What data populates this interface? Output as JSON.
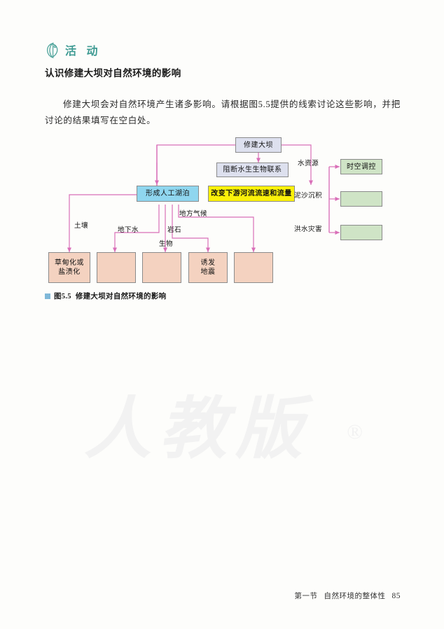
{
  "activity": {
    "icon": "sprout-leaf-icon",
    "label": "活 动",
    "accent_color": "#3f9b93"
  },
  "section": {
    "heading": "认识修建大坝对自然环境的影响",
    "paragraph": "修建大坝会对自然环境产生诸多影响。请根据图5.5提供的线索讨论这些影响，并把讨论的结果填写在空白处。"
  },
  "figure": {
    "caption_number": "图5.5",
    "caption_title": "修建大坝对自然环境的影响",
    "marker_color": "#7fb8d8",
    "nodes": {
      "dam": "修建大坝",
      "block_aquatic": "阻断水生生物联系",
      "artificial_lake": "形成人工湖泊",
      "change_flow": "改变下游河流流速和流量",
      "time_space_control": "时空调控",
      "green_blank_1": "",
      "green_blank_2": "",
      "meadow_salinization": "草甸化或\n盐渍化",
      "peach_blank_1": "",
      "peach_blank_2": "",
      "induce_earthquake": "诱发\n地震",
      "peach_blank_3": ""
    },
    "edge_labels": {
      "water_resource": "水资源",
      "sediment_deposit": "泥沙沉积",
      "flood_disaster": "洪水灾害",
      "soil": "土壤",
      "groundwater": "地下水",
      "rock": "岩石",
      "local_climate": "地方气候",
      "organism": "生物"
    },
    "colors": {
      "connector": "#d96fb8",
      "node_border": "#8b8b8b",
      "blue_grey": "#dde0ee",
      "cyan": "#8fd6ef",
      "yellow": "#fbf10a",
      "green": "#cfe4c6",
      "peach": "#f4d2c0"
    }
  },
  "watermark": {
    "text": "人教版",
    "registered_mark": "®"
  },
  "footer": {
    "section_label": "第一节",
    "chapter_title": "自然环境的整体性",
    "page_number": "85"
  }
}
